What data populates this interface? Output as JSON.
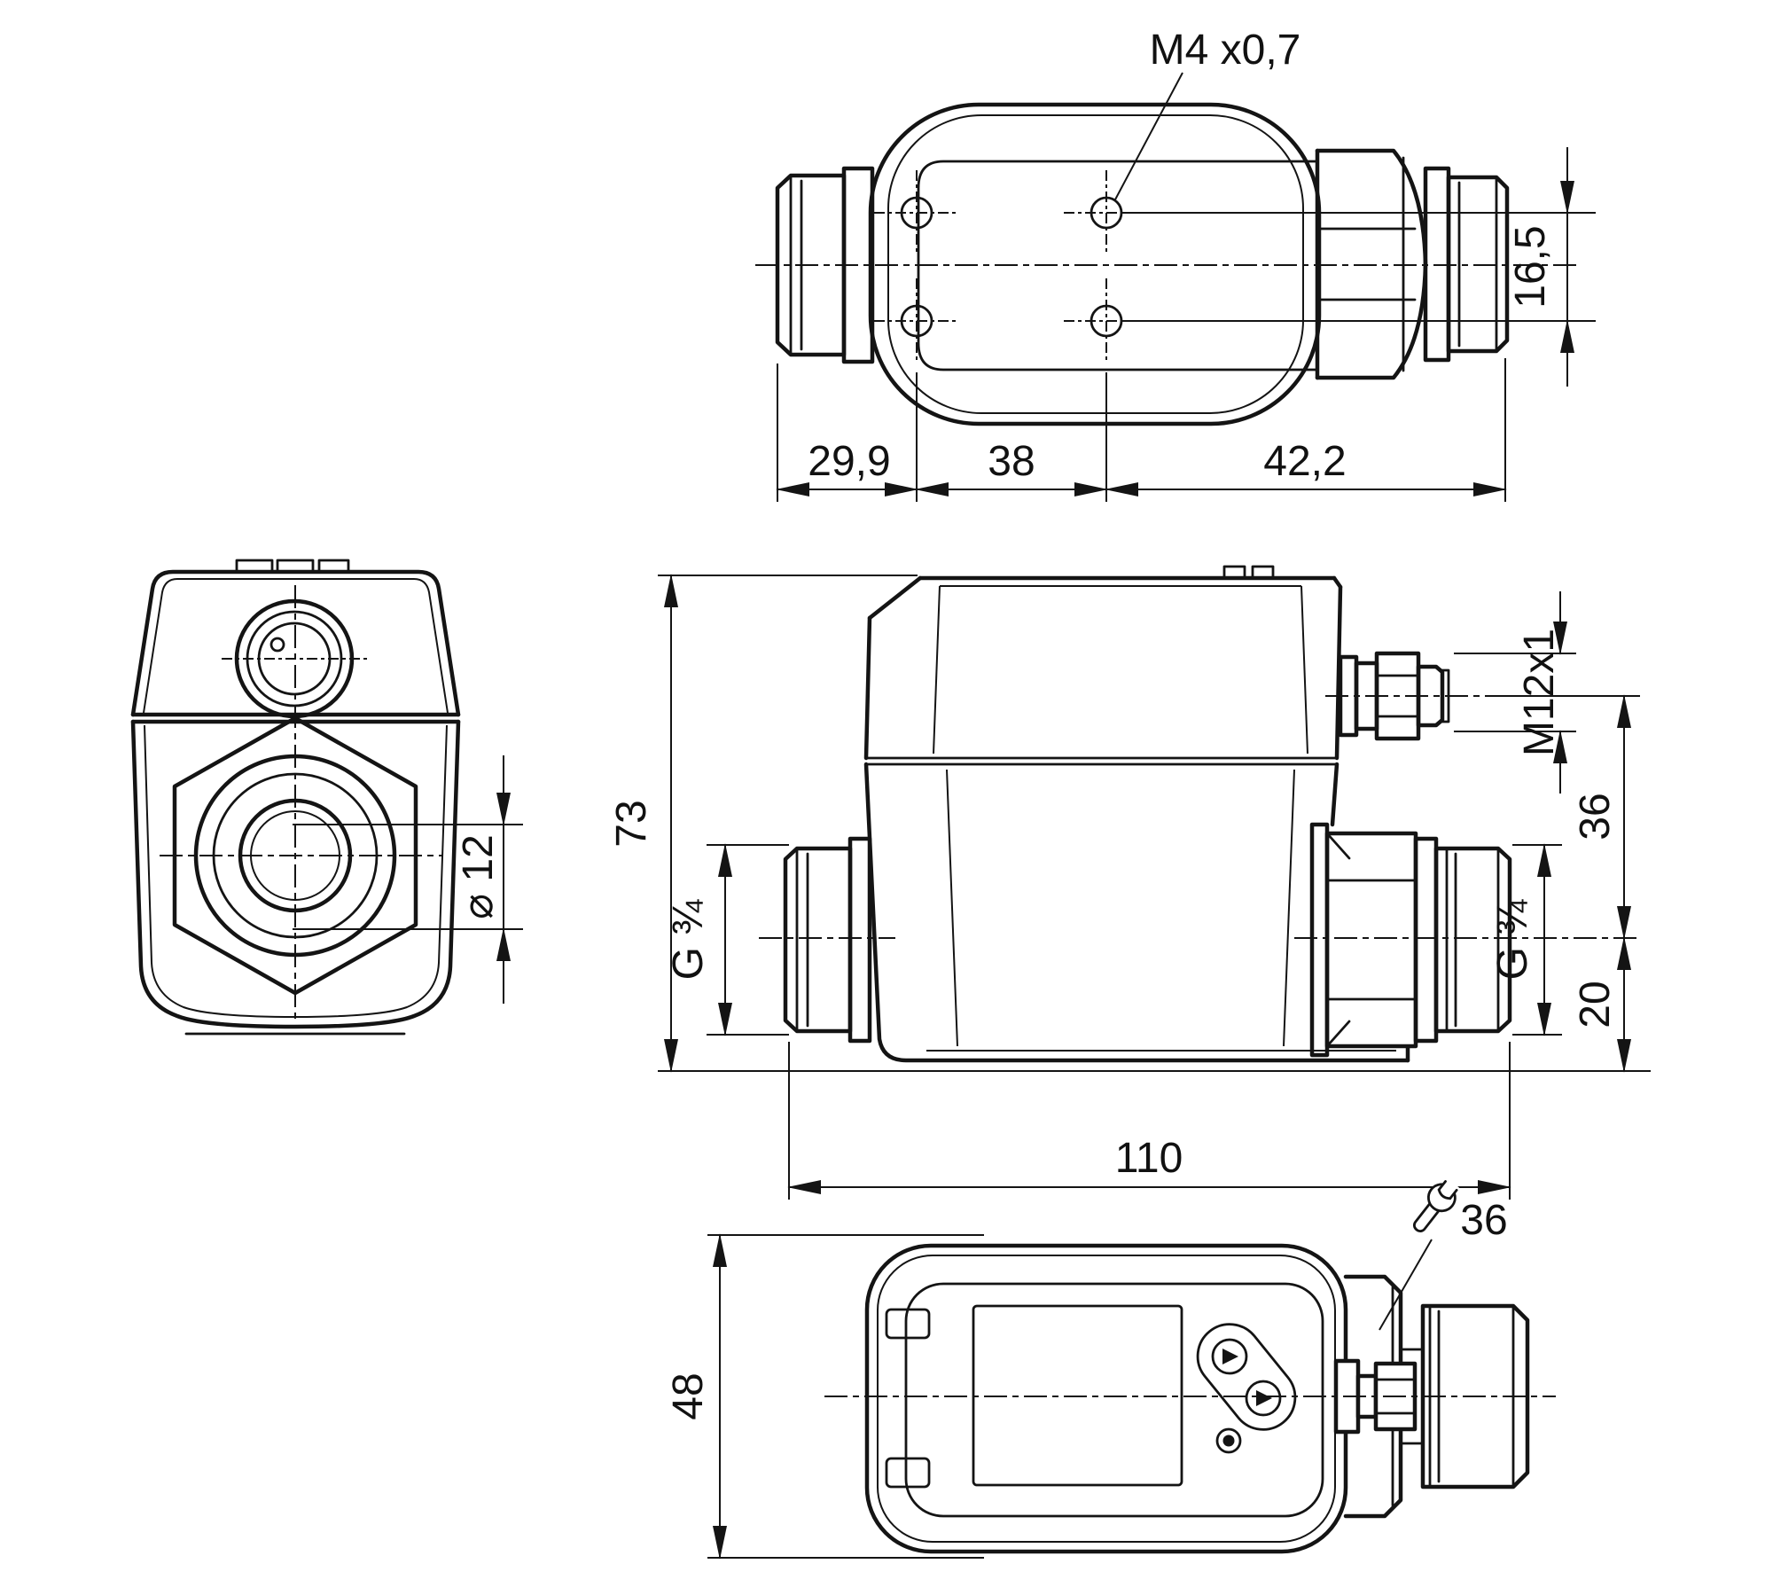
{
  "drawing": {
    "type": "engineering-dimension-drawing",
    "line_color": "#141414",
    "background": "#ffffff",
    "top_view": {
      "thread_label": "M4 x0,7",
      "dim_left": "29,9",
      "dim_middle": "38",
      "dim_right": "42,2",
      "dim_hole_offset": "16,5"
    },
    "front_view": {
      "dim_bore_diameter": "⌀ 12"
    },
    "side_view": {
      "dim_height": "73",
      "dim_connector_thread": "M12x1",
      "dim_connector_to_port": "36",
      "dim_thread_left": "G ¾",
      "dim_thread_right": "G ¾",
      "dim_port_to_base": "20",
      "dim_length": "110"
    },
    "bottom_view": {
      "dim_width": "48",
      "wrench_icon": "open-end-wrench-icon",
      "wrench_size": "36"
    }
  }
}
